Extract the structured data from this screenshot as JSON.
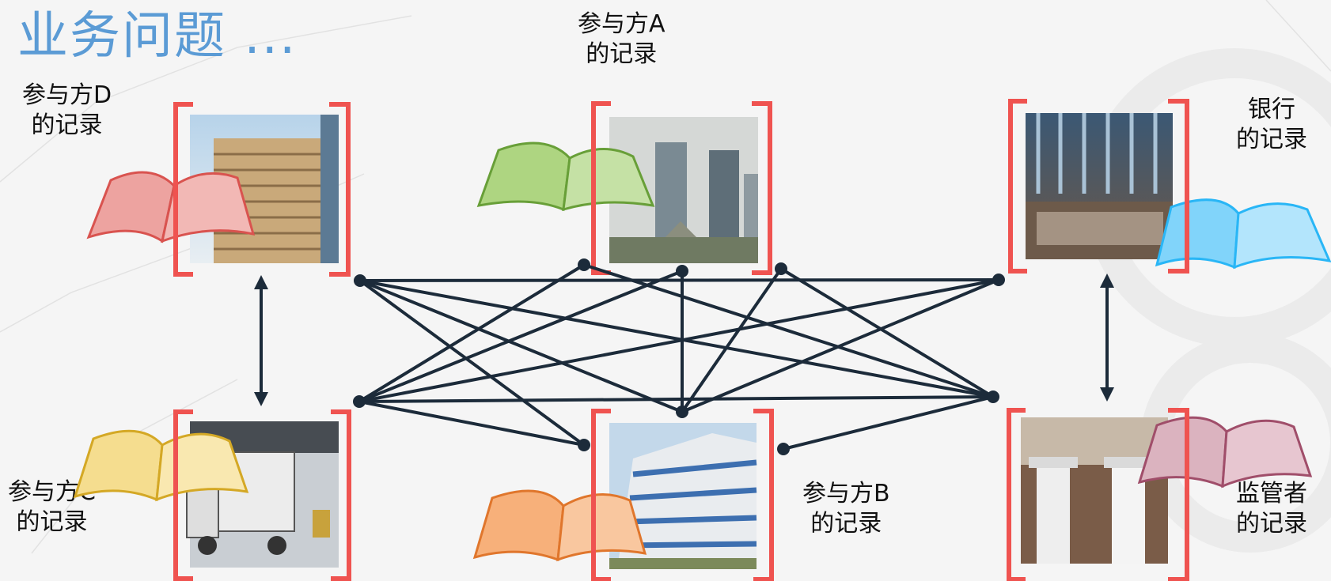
{
  "title": "业务问题 ...",
  "colors": {
    "title": "#5b9bd5",
    "bracket": "#ef5350",
    "line": "#1c2b3a",
    "book_d": "#e57373",
    "book_a": "#7cb342",
    "book_bank": "#4fc3f7",
    "book_c": "#e8c04a",
    "book_b": "#f08a3c",
    "book_reg": "#b0607c"
  },
  "nodes": {
    "d": {
      "line1": "参与方D",
      "line2": "的记录",
      "icon": "office-tower-photo"
    },
    "a": {
      "line1": "参与方A",
      "line2": "的记录",
      "icon": "skyscrapers-photo"
    },
    "bank": {
      "line1": "银行",
      "line2": "的记录",
      "icon": "bank-building-photo"
    },
    "c": {
      "line1": "参与方C",
      "line2": "的记录",
      "icon": "truck-warehouse-photo"
    },
    "b": {
      "line1": "参与方B",
      "line2": "的记录",
      "icon": "office-building-photo"
    },
    "regulator": {
      "line1": "监管者",
      "line2": "的记录",
      "icon": "columns-photo"
    }
  },
  "background": {
    "icons": [
      "network-pattern",
      "gear-icon"
    ]
  }
}
